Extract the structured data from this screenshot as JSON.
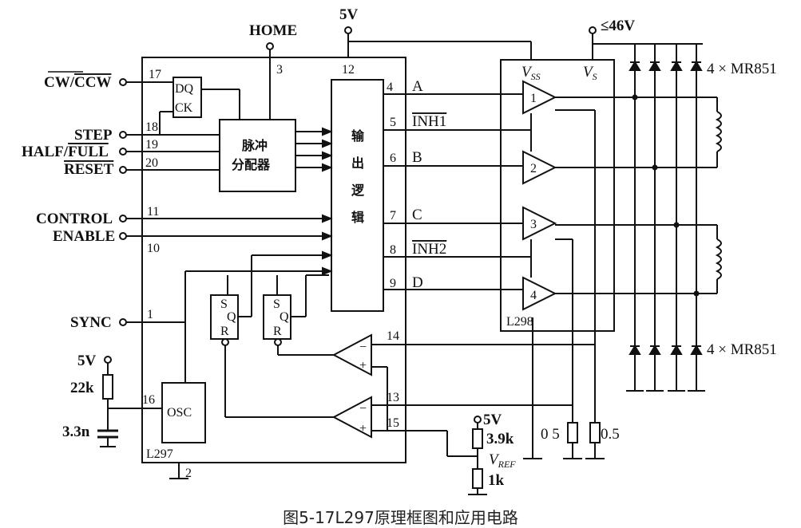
{
  "title": "图5-17L297原理框图和应用电路",
  "supply": {
    "logic": "5V",
    "motor": "≤46V"
  },
  "chips": {
    "controller": "L297",
    "driver": "L298"
  },
  "inputs": [
    {
      "label": "CW/CCW",
      "pin": "17"
    },
    {
      "label": "STEP",
      "pin": "18"
    },
    {
      "label": "HALF/FULL",
      "pin": "19"
    },
    {
      "label": "RESET",
      "pin": "20"
    },
    {
      "label": "CONTROL",
      "pin": "11"
    },
    {
      "label": "ENABLE",
      "pin": "10"
    },
    {
      "label": "SYNC",
      "pin": "1"
    }
  ],
  "home": {
    "label": "HOME",
    "pin": "3"
  },
  "vcc_pin": "12",
  "gnd_pin": "2",
  "osc_pin": "16",
  "sense_pins": [
    "14",
    "13",
    "15"
  ],
  "outputs": [
    {
      "pin": "4",
      "label": "A"
    },
    {
      "pin": "5",
      "label": "INH1"
    },
    {
      "pin": "6",
      "label": "B"
    },
    {
      "pin": "7",
      "label": "C"
    },
    {
      "pin": "8",
      "label": "INH2"
    },
    {
      "pin": "9",
      "label": "D"
    }
  ],
  "blocks": {
    "dq": [
      "DQ",
      "CK"
    ],
    "pulse": [
      "脉冲",
      "分配器"
    ],
    "logic": [
      "输",
      "出",
      "逻",
      "辑"
    ],
    "osc": "OSC",
    "sr": [
      "S",
      "Q",
      "R"
    ]
  },
  "driver_labels": {
    "vss": "V",
    "vss_sub": "SS",
    "vs": "V",
    "vs_sub": "S"
  },
  "amps": [
    "1",
    "2",
    "3",
    "4"
  ],
  "diodes": "4 × MR851",
  "components": {
    "r_osc": "22k",
    "c_osc": "3.3n",
    "r_ref_top": "3.9k",
    "vref": "V",
    "vref_sub": "REF",
    "r_ref_bot": "1k",
    "r_sense1": "0 5",
    "r_sense2": "0.5"
  },
  "comparator_signs": {
    "minus": "−",
    "plus": "+"
  }
}
